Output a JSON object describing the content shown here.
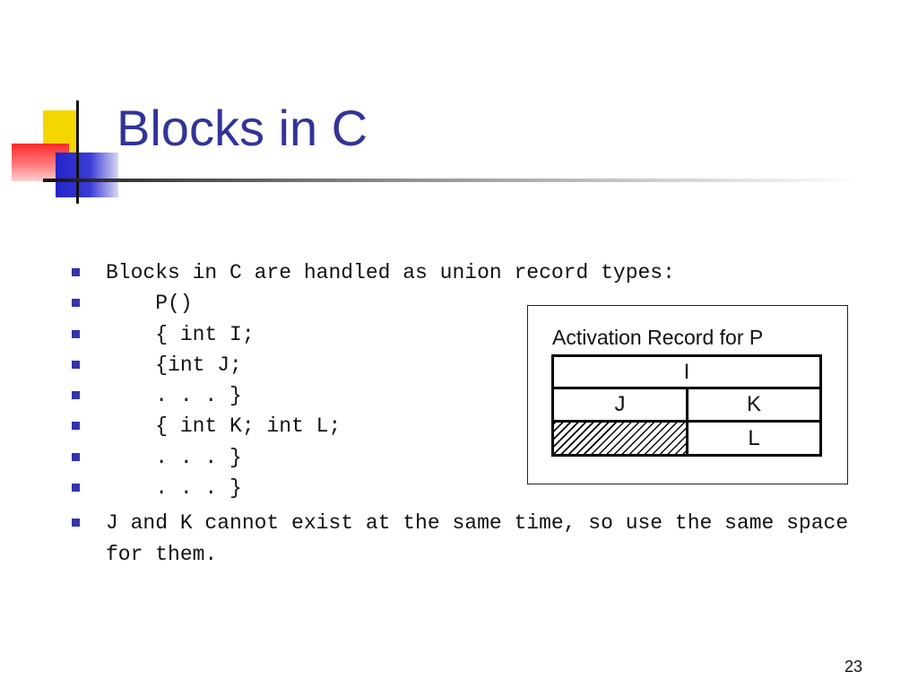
{
  "slide": {
    "title": "Blocks in C",
    "page_number": "23"
  },
  "bullets": [
    "Blocks in C are handled as union record types:",
    "    P()",
    "    { int I;",
    "    {int J;",
    "    . . . }",
    "    { int K; int L;",
    "    . . . }",
    "    . . . }",
    "J and K cannot exist at the same time, so use the same space for them."
  ],
  "diagram": {
    "caption": "Activation Record for P",
    "cell_i": "I",
    "cell_j": "J",
    "cell_k": "K",
    "cell_l": "L"
  },
  "colors": {
    "title": "#333399",
    "bullet": "#3333aa"
  }
}
